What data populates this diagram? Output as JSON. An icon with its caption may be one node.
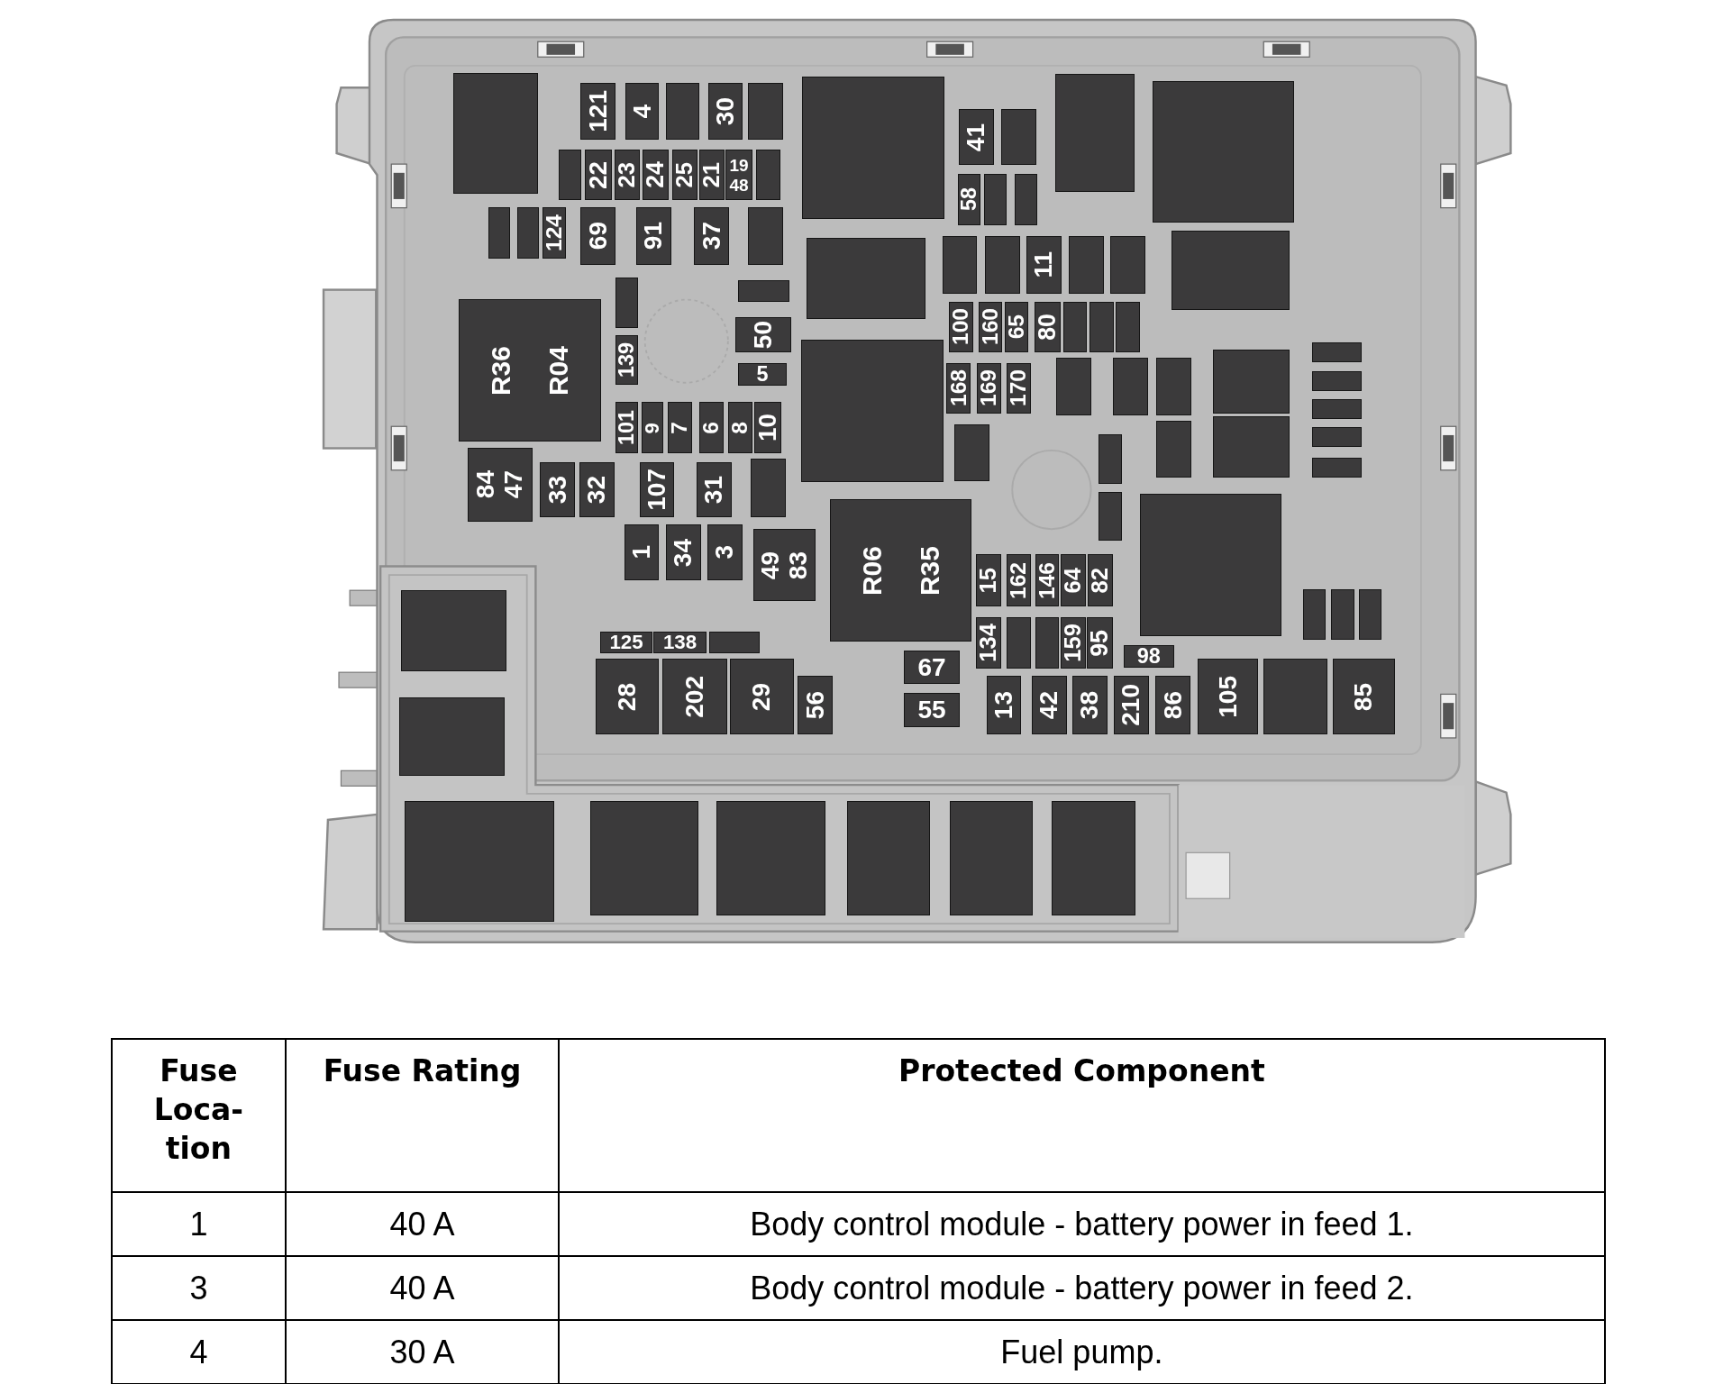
{
  "diagram": {
    "nodes": [
      {
        "text": [],
        "shape": "box"
      },
      {
        "text": [
          "121"
        ]
      },
      {
        "text": [
          "4"
        ]
      },
      {
        "text": [],
        "shape": "box"
      },
      {
        "text": [
          "30"
        ]
      },
      {
        "text": [],
        "shape": "box"
      },
      {
        "text": [],
        "shape": "box"
      },
      {
        "text": [
          "22"
        ]
      },
      {
        "text": [
          "23"
        ]
      },
      {
        "text": [
          "24"
        ]
      },
      {
        "text": [
          "25"
        ]
      },
      {
        "text": [
          "21"
        ]
      },
      {
        "text": [
          "19",
          "48"
        ]
      },
      {
        "text": [],
        "shape": "box"
      },
      {
        "text": [],
        "shape": "box"
      },
      {
        "text": [],
        "shape": "box"
      },
      {
        "text": [
          "124"
        ]
      },
      {
        "text": [
          "69"
        ]
      },
      {
        "text": [
          "91"
        ]
      },
      {
        "text": [
          "37"
        ]
      },
      {
        "text": [],
        "shape": "box"
      },
      {
        "text": [],
        "shape": "box"
      },
      {
        "text": [],
        "shape": "box"
      },
      {
        "text": [
          "R36",
          "R04"
        ]
      },
      {
        "text": [
          "139"
        ]
      },
      {
        "text": [
          "50"
        ]
      },
      {
        "text": [
          "5"
        ]
      },
      {
        "text": [
          "101"
        ]
      },
      {
        "text": [
          "9"
        ]
      },
      {
        "text": [
          "7"
        ]
      },
      {
        "text": [
          "6"
        ]
      },
      {
        "text": [
          "8"
        ]
      },
      {
        "text": [
          "10"
        ]
      },
      {
        "text": [
          "84",
          "47"
        ]
      },
      {
        "text": [
          "33"
        ]
      },
      {
        "text": [
          "32"
        ]
      },
      {
        "text": [
          "107"
        ]
      },
      {
        "text": [
          "31"
        ]
      },
      {
        "text": [],
        "shape": "box"
      },
      {
        "text": [
          "1"
        ]
      },
      {
        "text": [
          "34"
        ]
      },
      {
        "text": [
          "3"
        ]
      },
      {
        "text": [
          "49",
          "83"
        ]
      },
      {
        "text": [
          "125"
        ]
      },
      {
        "text": [
          "138"
        ]
      },
      {
        "text": [],
        "shape": "box"
      },
      {
        "text": [
          "28"
        ]
      },
      {
        "text": [
          "202"
        ]
      },
      {
        "text": [
          "29"
        ]
      },
      {
        "text": [
          "56"
        ]
      },
      {
        "text": [],
        "shape": "box"
      },
      {
        "text": [],
        "shape": "box"
      },
      {
        "text": [],
        "shape": "box"
      },
      {
        "text": [
          "41"
        ]
      },
      {
        "text": [],
        "shape": "box"
      },
      {
        "text": [
          "58"
        ]
      },
      {
        "text": [],
        "shape": "box"
      },
      {
        "text": [],
        "shape": "box"
      },
      {
        "text": [],
        "shape": "box"
      },
      {
        "text": [],
        "shape": "box"
      },
      {
        "text": [
          "11"
        ]
      },
      {
        "text": [],
        "shape": "box"
      },
      {
        "text": [],
        "shape": "box"
      },
      {
        "text": [
          "100"
        ]
      },
      {
        "text": [
          "160"
        ]
      },
      {
        "text": [
          "65"
        ]
      },
      {
        "text": [
          "80"
        ]
      },
      {
        "text": [],
        "shape": "box"
      },
      {
        "text": [],
        "shape": "box"
      },
      {
        "text": [],
        "shape": "box"
      },
      {
        "text": [
          "168"
        ]
      },
      {
        "text": [
          "169"
        ]
      },
      {
        "text": [
          "170"
        ]
      },
      {
        "text": [],
        "shape": "box"
      },
      {
        "text": [],
        "shape": "box"
      },
      {
        "text": [],
        "shape": "box"
      },
      {
        "text": [],
        "shape": "box"
      },
      {
        "text": [],
        "shape": "box"
      },
      {
        "text": [],
        "shape": "box"
      },
      {
        "text": [],
        "shape": "box"
      },
      {
        "text": [
          "R06",
          "R35"
        ]
      },
      {
        "text": [
          "15"
        ]
      },
      {
        "text": [
          "162"
        ]
      },
      {
        "text": [
          "146"
        ]
      },
      {
        "text": [
          "64"
        ]
      },
      {
        "text": [
          "82"
        ]
      },
      {
        "text": [
          "134"
        ]
      },
      {
        "text": [],
        "shape": "box"
      },
      {
        "text": [],
        "shape": "box"
      },
      {
        "text": [
          "159"
        ]
      },
      {
        "text": [
          "95"
        ]
      },
      {
        "text": [
          "98"
        ]
      },
      {
        "text": [
          "67"
        ]
      },
      {
        "text": [
          "55"
        ]
      },
      {
        "text": [
          "13"
        ]
      },
      {
        "text": [
          "42"
        ]
      },
      {
        "text": [
          "38"
        ]
      },
      {
        "text": [
          "210"
        ]
      },
      {
        "text": [
          "86"
        ]
      },
      {
        "text": [
          "105"
        ]
      },
      {
        "text": [],
        "shape": "box"
      },
      {
        "text": [
          "85"
        ]
      },
      {
        "text": [],
        "shape": "box"
      },
      {
        "text": [],
        "shape": "box"
      },
      {
        "text": [],
        "shape": "box"
      },
      {
        "text": [],
        "shape": "box"
      },
      {
        "text": [],
        "shape": "box"
      },
      {
        "text": [],
        "shape": "box"
      },
      {
        "text": [],
        "shape": "box"
      },
      {
        "text": [],
        "shape": "box"
      },
      {
        "text": [],
        "shape": "box"
      },
      {
        "text": [],
        "shape": "box"
      },
      {
        "text": [],
        "shape": "box"
      },
      {
        "text": [],
        "shape": "box"
      },
      {
        "text": [],
        "shape": "box"
      },
      {
        "text": [],
        "shape": "box"
      },
      {
        "text": [],
        "shape": "box"
      },
      {
        "text": [],
        "shape": "box"
      },
      {
        "text": [],
        "shape": "box"
      },
      {
        "text": [],
        "shape": "box"
      },
      {
        "text": [],
        "shape": "box"
      },
      {
        "text": [],
        "shape": "box"
      },
      {
        "text": [],
        "shape": "box"
      },
      {
        "text": [],
        "shape": "box"
      }
    ],
    "labels": [
      "Fuse Loca- tion",
      "Fuse Rating",
      "Protected Component",
      "1",
      "40 A",
      "Body control module - battery power in feed 1.",
      "3",
      "40 A",
      "Body control module - battery power in feed 2.",
      "4",
      "30 A",
      "Fuel pump."
    ]
  }
}
